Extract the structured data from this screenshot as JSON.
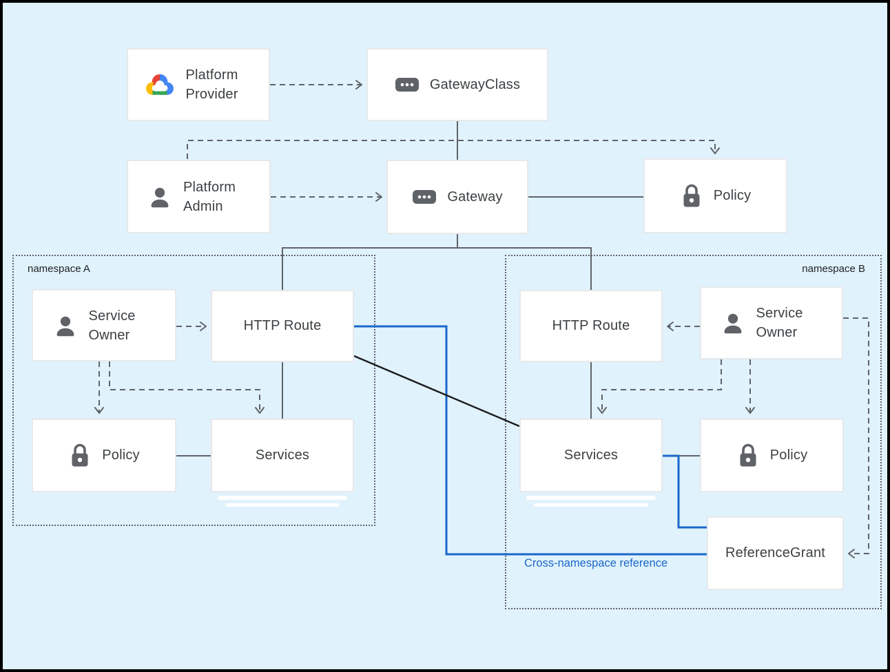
{
  "diagram": {
    "background_color": "#e0f2fc",
    "namespace_a": {
      "label": "namespace A"
    },
    "namespace_b": {
      "label": "namespace B"
    },
    "nodes": {
      "platform_provider": {
        "label": "Platform Provider",
        "icon": "google-cloud-icon"
      },
      "gateway_class": {
        "label": "GatewayClass",
        "icon": "api-resource-icon"
      },
      "platform_admin": {
        "label": "Platform Admin",
        "icon": "person-icon"
      },
      "gateway": {
        "label": "Gateway",
        "icon": "api-resource-icon"
      },
      "policy_top": {
        "label": "Policy",
        "icon": "lock-icon"
      },
      "service_owner_a": {
        "label": "Service Owner",
        "icon": "person-icon"
      },
      "http_route_a": {
        "label": "HTTP Route"
      },
      "policy_a": {
        "label": "Policy",
        "icon": "lock-icon"
      },
      "services_a": {
        "label": "Services"
      },
      "http_route_b": {
        "label": "HTTP Route"
      },
      "service_owner_b": {
        "label": "Service Owner",
        "icon": "person-icon"
      },
      "services_b": {
        "label": "Services"
      },
      "policy_b": {
        "label": "Policy",
        "icon": "lock-icon"
      },
      "reference_grant": {
        "label": "ReferenceGrant"
      }
    },
    "annotations": {
      "cross_namespace_label": "Cross-namespace reference"
    },
    "colors": {
      "connector_gray": "#5f6368",
      "connector_black": "#1c1d1f",
      "connector_blue": "#1a67c9",
      "annotation_blue": "#1a67c9",
      "icon_gray": "#5f6368",
      "box_border": "#e6e8ea",
      "namespace_border": "#5f6368",
      "logo_red": "#ea4335",
      "logo_blue": "#4285f4",
      "logo_green": "#34a853",
      "logo_yellow": "#fbbc05"
    },
    "edges": [
      {
        "from": "Platform Provider",
        "to": "GatewayClass",
        "style": "dashed-arrow"
      },
      {
        "from": "GatewayClass",
        "to": "Gateway",
        "style": "solid"
      },
      {
        "from": "Platform Admin",
        "to": "Gateway",
        "style": "dashed-arrow"
      },
      {
        "from": "Platform Admin",
        "to": "Policy",
        "style": "dashed-arrow"
      },
      {
        "from": "Gateway",
        "to": "Policy",
        "style": "solid"
      },
      {
        "from": "Gateway",
        "to": "HTTP Route (namespace A)",
        "style": "solid"
      },
      {
        "from": "Gateway",
        "to": "HTTP Route (namespace B)",
        "style": "solid"
      },
      {
        "from": "Service Owner (namespace A)",
        "to": "HTTP Route (namespace A)",
        "style": "dashed-arrow"
      },
      {
        "from": "Service Owner (namespace A)",
        "to": "Policy (namespace A)",
        "style": "dashed-arrow"
      },
      {
        "from": "Service Owner (namespace A)",
        "to": "Services (namespace A)",
        "style": "dashed-arrow"
      },
      {
        "from": "HTTP Route (namespace A)",
        "to": "Services (namespace A)",
        "style": "solid"
      },
      {
        "from": "Policy (namespace A)",
        "to": "Services (namespace A)",
        "style": "solid"
      },
      {
        "from": "HTTP Route (namespace A)",
        "to": "Services (namespace B)",
        "style": "solid-black"
      },
      {
        "from": "HTTP Route (namespace A)",
        "to": "ReferenceGrant",
        "style": "solid-blue"
      },
      {
        "from": "Service Owner (namespace B)",
        "to": "HTTP Route (namespace B)",
        "style": "dashed-arrow"
      },
      {
        "from": "Service Owner (namespace B)",
        "to": "Services (namespace B)",
        "style": "dashed-arrow"
      },
      {
        "from": "Service Owner (namespace B)",
        "to": "Policy (namespace B)",
        "style": "dashed-arrow"
      },
      {
        "from": "Service Owner (namespace B)",
        "to": "ReferenceGrant",
        "style": "dashed-arrow"
      },
      {
        "from": "HTTP Route (namespace B)",
        "to": "Services (namespace B)",
        "style": "solid"
      },
      {
        "from": "Services (namespace B)",
        "to": "Policy (namespace B)",
        "style": "solid"
      },
      {
        "from": "Services (namespace B)",
        "to": "ReferenceGrant",
        "style": "solid-blue"
      }
    ]
  }
}
